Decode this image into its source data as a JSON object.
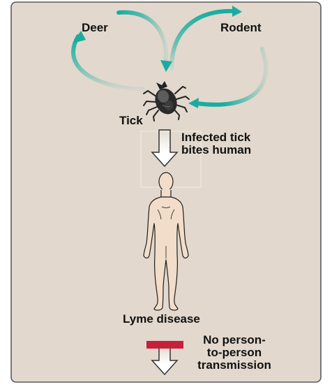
{
  "labels": {
    "deer": "Deer",
    "rodent": "Rodent",
    "tick": "Tick",
    "infected_line1": "Infected tick",
    "infected_line2": "bites human",
    "lyme": "Lyme disease",
    "noperson_line1": "No person-",
    "noperson_line2": "to-person",
    "noperson_line3": "transmission"
  },
  "colors": {
    "background": "#e2d8cd",
    "frame": "#5b5b5b",
    "cycle_arrow": "#18ada0",
    "human_skin": "#f1ddc9",
    "tick_body": "#222222",
    "block_bar": "#c6213a"
  }
}
